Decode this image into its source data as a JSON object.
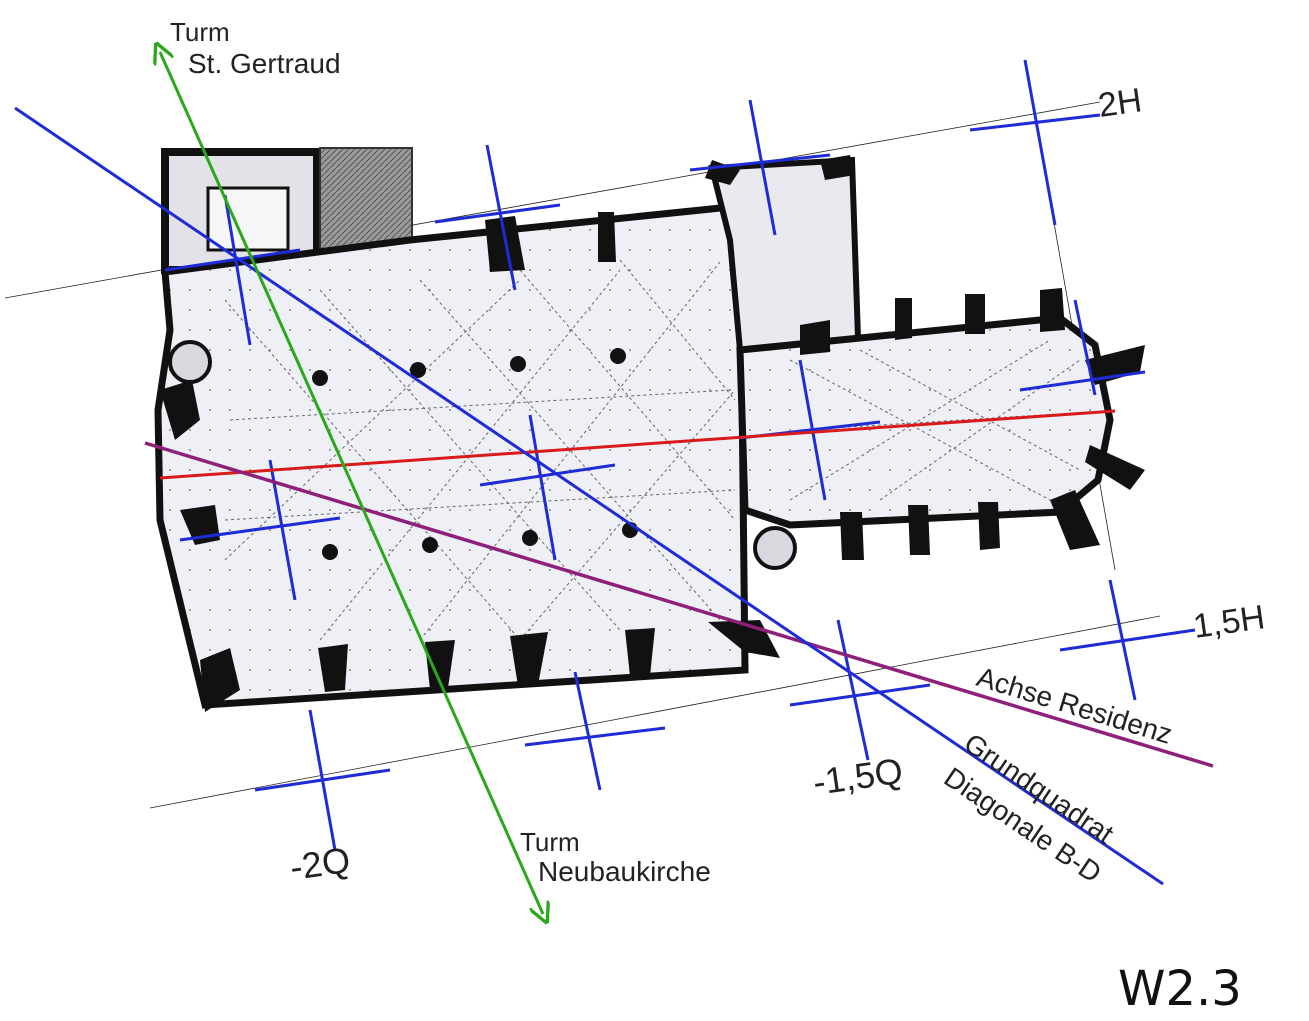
{
  "labels": {
    "tower_st_gertraud": [
      "Turm",
      "St. Gertraud"
    ],
    "tower_neubaukirche": [
      "Turm",
      "Neubaukirche"
    ],
    "mark_2h": "2H",
    "mark_1_5h": "1,5H",
    "mark_minus_2q": "-2Q",
    "mark_minus_1_5q": "-1,5Q",
    "axis_residenz": "Achse Residenz",
    "diagonal_line1": "Grundquadrat",
    "diagonal_line2": "Diagonale B-D",
    "figure_id": "W2.3"
  },
  "colors": {
    "diagonal": "#1f2bd6",
    "tower_axis": "#2aa81a",
    "residenz_axis": "#8e1f7a",
    "nave_axis": "#d71a1a",
    "grid": "#1f2bd6",
    "floorplan": "#1a1a1a",
    "floorplan_fill": "#ececf2",
    "hatch": "#777777"
  }
}
